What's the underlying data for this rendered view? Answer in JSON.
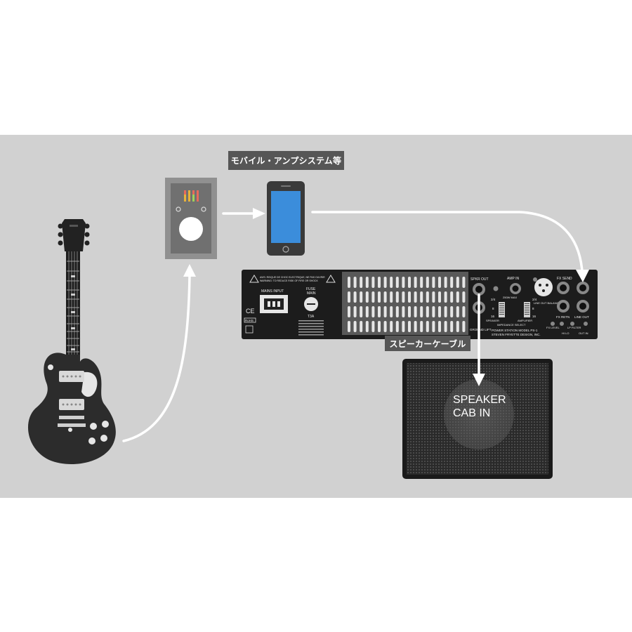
{
  "labels": {
    "mobile_system": "モバイル・アンプシステム等",
    "speaker_cable": "スピーカーケーブル",
    "speaker_cab_line1": "SPEAKER",
    "speaker_cab_line2": "CAB IN"
  },
  "amp_panel": {
    "warning": "AVIS: RISQUE DE CHOC ELECTRIQUE, NE PAS OUVRIR",
    "warning2": "WARNING: TO REDUCE RISK OF FIRE OR SHOCK",
    "mains_input": "MAINS INPUT",
    "fuse": "FUSE",
    "main": "MAIN",
    "fuse_rating": "T3A",
    "ce": "CE",
    "rohs": "RoHS",
    "spkr_out": "SPKR OUT",
    "amp_in": "AMP IN",
    "fx_send": "FX SEND",
    "speaker": "SPEAKER",
    "amplifier": "AMPLIFIER",
    "impedance_select": "IMPEDANCE SELECT",
    "imp_values": [
      "2/4",
      "8",
      "16"
    ],
    "amp_values": [
      "2/4",
      "8",
      "16"
    ],
    "max_level": "250W MAX",
    "line_out_balanced": "LINE OUT BALANCED",
    "fx_retn": "FX RETN",
    "line_out": "LINE OUT",
    "ground_lift": "GROUND LIFT",
    "fx_level": "FX LEVEL",
    "lp_filter": "LP FILTER",
    "hi_lo": "HI LO",
    "out_in": "OUT IN",
    "model": "POWER STATION MODEL PS-1",
    "maker": "STEVEN FRYETTE DESIGN, INC."
  },
  "colors": {
    "panel_bg": "#d1d1d1",
    "label_bg": "#565656",
    "arrow": "#ffffff",
    "amp_body": "#1c1c1c",
    "phone_screen": "#3b8ddb",
    "interface_body": "#8c8c8c"
  }
}
